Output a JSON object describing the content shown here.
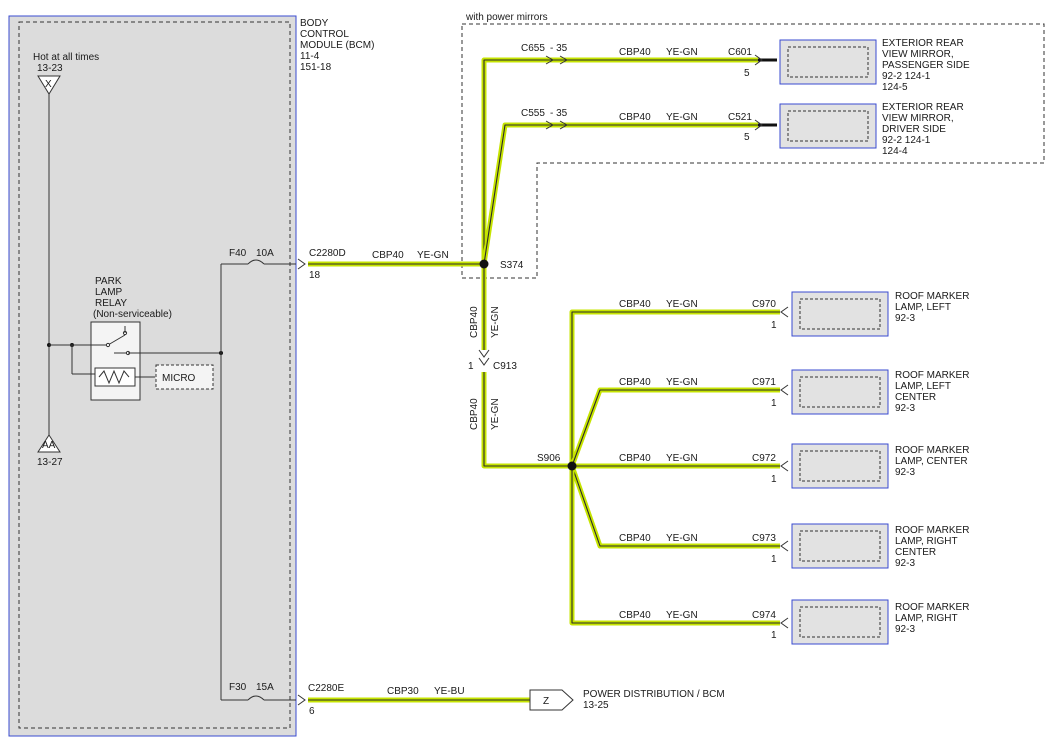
{
  "bcm": {
    "title_lines": [
      "BODY",
      "CONTROL",
      "MODULE (BCM)",
      "11-4",
      "151-18"
    ],
    "hot_label": "Hot at all times",
    "hot_ref": "13-23",
    "x_terminal": "X",
    "aa_terminal": "AA",
    "aa_ref": "13-27",
    "relay_lines": [
      "PARK",
      "LAMP",
      "RELAY",
      "(Non-serviceable)"
    ],
    "micro": "MICRO",
    "fuse_top": {
      "id": "F40",
      "rating": "10A"
    },
    "fuse_bottom": {
      "id": "F30",
      "rating": "15A"
    }
  },
  "power_mirrors_label": "with power mirrors",
  "main_wire": {
    "connector": "C2280D",
    "pin": "18",
    "circuit": "CBP40",
    "color": "YE-GN",
    "splice": "S374"
  },
  "mirrors": [
    {
      "wire_id": "C655",
      "suffix": "- 35",
      "circuit": "CBP40",
      "color": "YE-GN",
      "connector": "C601",
      "pin": "5",
      "name_lines": [
        "EXTERIOR REAR",
        "VIEW MIRROR,",
        "PASSENGER SIDE"
      ],
      "ref_lines": [
        "92-2    124-1",
        "124-5"
      ]
    },
    {
      "wire_id": "C555",
      "suffix": "- 35",
      "circuit": "CBP40",
      "color": "YE-GN",
      "connector": "C521",
      "pin": "5",
      "name_lines": [
        "EXTERIOR REAR",
        "VIEW MIRROR,",
        "DRIVER SIDE"
      ],
      "ref_lines": [
        "92-2    124-1",
        "124-4"
      ]
    }
  ],
  "down_wire": {
    "circuit": "CBP40",
    "color": "YE-GN",
    "pin": "1",
    "connector": "C913"
  },
  "lower_wire": {
    "circuit": "CBP40",
    "color": "YE-GN",
    "splice": "S906"
  },
  "roof_lamps": [
    {
      "circuit": "CBP40",
      "color": "YE-GN",
      "connector": "C970",
      "pin": "1",
      "name_lines": [
        "ROOF MARKER",
        "LAMP, LEFT",
        "92-3"
      ]
    },
    {
      "circuit": "CBP40",
      "color": "YE-GN",
      "connector": "C971",
      "pin": "1",
      "name_lines": [
        "ROOF MARKER",
        "LAMP, LEFT",
        "CENTER",
        "92-3"
      ]
    },
    {
      "circuit": "CBP40",
      "color": "YE-GN",
      "connector": "C972",
      "pin": "1",
      "name_lines": [
        "ROOF MARKER",
        "LAMP, CENTER",
        "92-3"
      ]
    },
    {
      "circuit": "CBP40",
      "color": "YE-GN",
      "connector": "C973",
      "pin": "1",
      "name_lines": [
        "ROOF MARKER",
        "LAMP, RIGHT",
        "CENTER",
        "92-3"
      ]
    },
    {
      "circuit": "CBP40",
      "color": "YE-GN",
      "connector": "C974",
      "pin": "1",
      "name_lines": [
        "ROOF MARKER",
        "LAMP, RIGHT",
        "92-3"
      ]
    }
  ],
  "bottom_wire": {
    "connector": "C2280E",
    "pin": "6",
    "circuit": "CBP30",
    "color": "YE-BU",
    "terminal": "Z",
    "dest_lines": [
      "POWER DISTRIBUTION / BCM",
      "13-25"
    ]
  }
}
